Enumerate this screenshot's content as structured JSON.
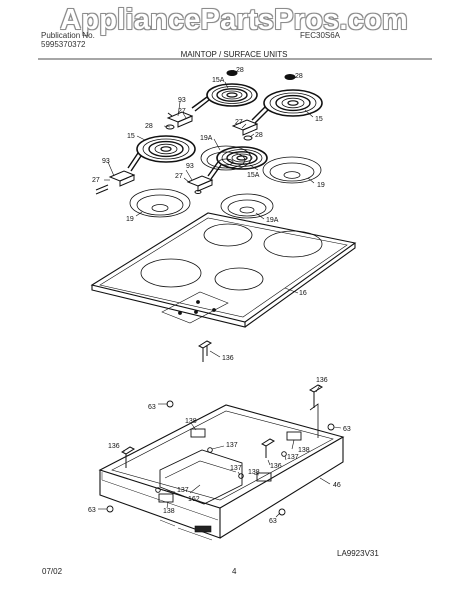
{
  "header": {
    "left_line1": "Publication No.",
    "left_line2": "5995370372",
    "model": "FEC30S6A",
    "watermark": "AppliancePartsPros.com",
    "section_title": "MAINTOP / SURFACE UNITS"
  },
  "labels": {
    "l28_a": "28",
    "l15a_a": "15A",
    "l28_b": "28",
    "l93_a": "93",
    "l27_a": "27",
    "l28_c": "28",
    "l15_r": "15",
    "l27_b": "27",
    "l19a_a": "19A",
    "l28_d": "28",
    "l15_l": "15",
    "l93_b": "93",
    "l27_c": "27",
    "l93_c": "93",
    "l27_d": "27",
    "l15a_b": "15A",
    "l19_r": "19",
    "l19_l": "19",
    "l19a_b": "19A",
    "l16": "16",
    "l136_a": "136",
    "l136_b": "136",
    "l63_a": "63",
    "l138_a": "138",
    "l63_b": "63",
    "l137_a": "137",
    "l138_b": "138",
    "l137_b": "137",
    "l136_c": "136",
    "l136_d": "136",
    "l137_c": "137",
    "l138_c": "138",
    "l46": "46",
    "l137_d": "137",
    "l162": "162",
    "l138_d": "138",
    "l63_c": "63",
    "l63_d": "63"
  },
  "footer": {
    "date": "07/02",
    "page": "4",
    "diagram_code": "LA9923V31"
  }
}
